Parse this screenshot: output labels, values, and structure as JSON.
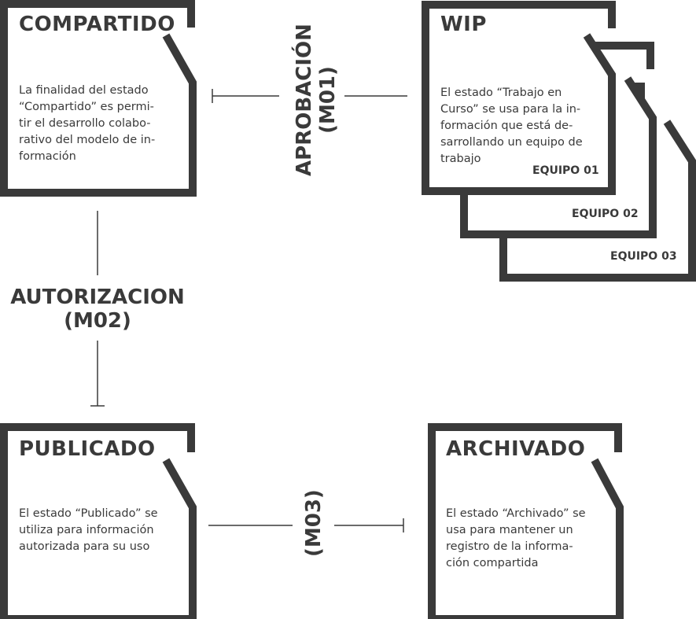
{
  "states": {
    "compartido": {
      "title": "COMPARTIDO",
      "lines": [
        "La finalidad del estado",
        "“Compartido” es permi-",
        "tir el desarrollo colabo-",
        "rativo del modelo de in-",
        "formación"
      ]
    },
    "wip": {
      "title": "WIP",
      "lines": [
        "El estado “Trabajo en",
        "Curso” se usa para la in-",
        "formación que está de-",
        "sarrollando un equipo de",
        "trabajo"
      ],
      "teams": [
        "EQUIPO 01",
        "EQUIPO 02",
        "EQUIPO 03"
      ]
    },
    "publicado": {
      "title": "PUBLICADO",
      "lines": [
        "El estado “Publicado” se",
        "utiliza para información",
        "autorizada para su uso"
      ]
    },
    "archivado": {
      "title": "ARCHIVADO",
      "lines": [
        "El estado “Archivado” se",
        "usa para mantener un",
        "registro de la informa-",
        "ción compartida"
      ]
    }
  },
  "transitions": {
    "aprobacion": {
      "line1": "APROBACIÓN",
      "line2": "(M01)"
    },
    "autorizacion": {
      "line1": "AUTORIZACION",
      "line2": "(M02)"
    },
    "m03": {
      "line1": "(M03)"
    }
  },
  "colors": {
    "ink": "#3a3a3a",
    "background": "#ffffff"
  }
}
